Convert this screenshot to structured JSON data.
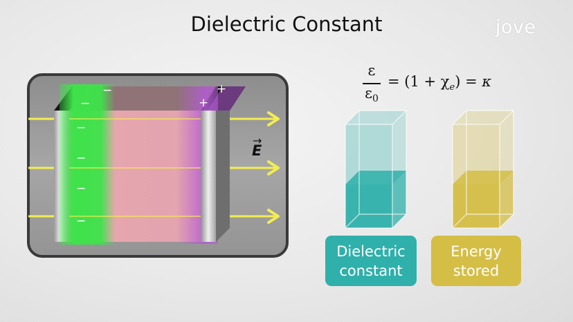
{
  "title": "Dielectric Constant",
  "logo": "jove",
  "formula": {
    "numerator": "ε",
    "denominator": "ε",
    "denominator_sub": "0",
    "rhs_open": "= (1 + χ",
    "rhs_sub": "e",
    "rhs_close": ") = ",
    "kappa": "κ"
  },
  "field_label": "E",
  "field_arrow": "→",
  "charges": {
    "minus": "−",
    "plus": "+"
  },
  "containers": {
    "dielectric_constant": {
      "label_line1": "Dielectric",
      "label_line2": "constant",
      "color": "#2fb0aa",
      "fill_level": 0.42
    },
    "energy_stored": {
      "label_line1": "Energy",
      "label_line2": "stored",
      "color": "#d4be45",
      "fill_level": 0.42
    }
  },
  "colors": {
    "panel": "#9a9a9a",
    "dielectric": "#e7a7ad",
    "negative_plate_glow": "#3ee24a",
    "positive_plate_glow": "#b45ad6",
    "field_line": "#f3ee4f"
  }
}
